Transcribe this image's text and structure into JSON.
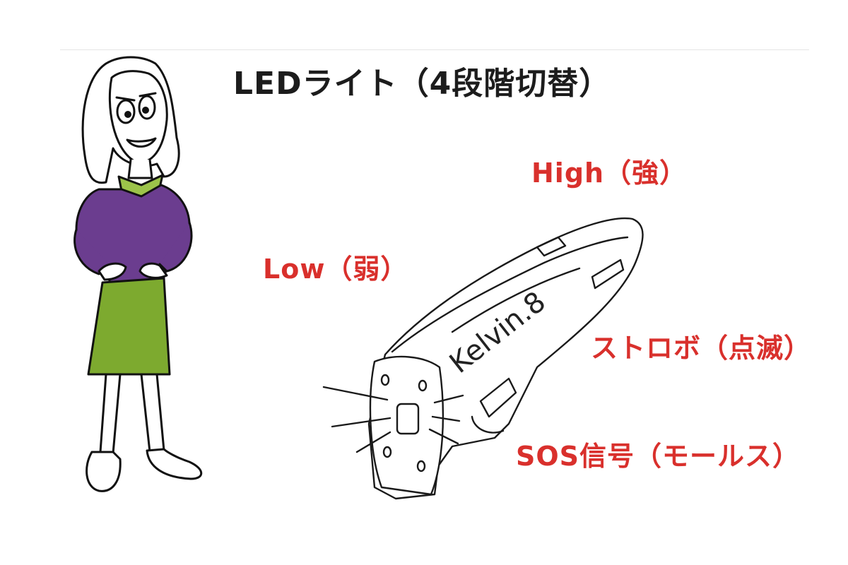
{
  "headline": "LEDライト（4段階切替）",
  "modes": {
    "high": "High（強）",
    "low": "Low（弱）",
    "strobe": "ストロボ（点滅）",
    "sos": "SOS信号（モールス）"
  },
  "device_brand": "Kelvin.8",
  "colors": {
    "mode_label": "#d9302c",
    "headline": "#1c1c1c",
    "sweater": "#6b3d8f",
    "skirt": "#7daa2f",
    "collar": "#9cc34a"
  }
}
